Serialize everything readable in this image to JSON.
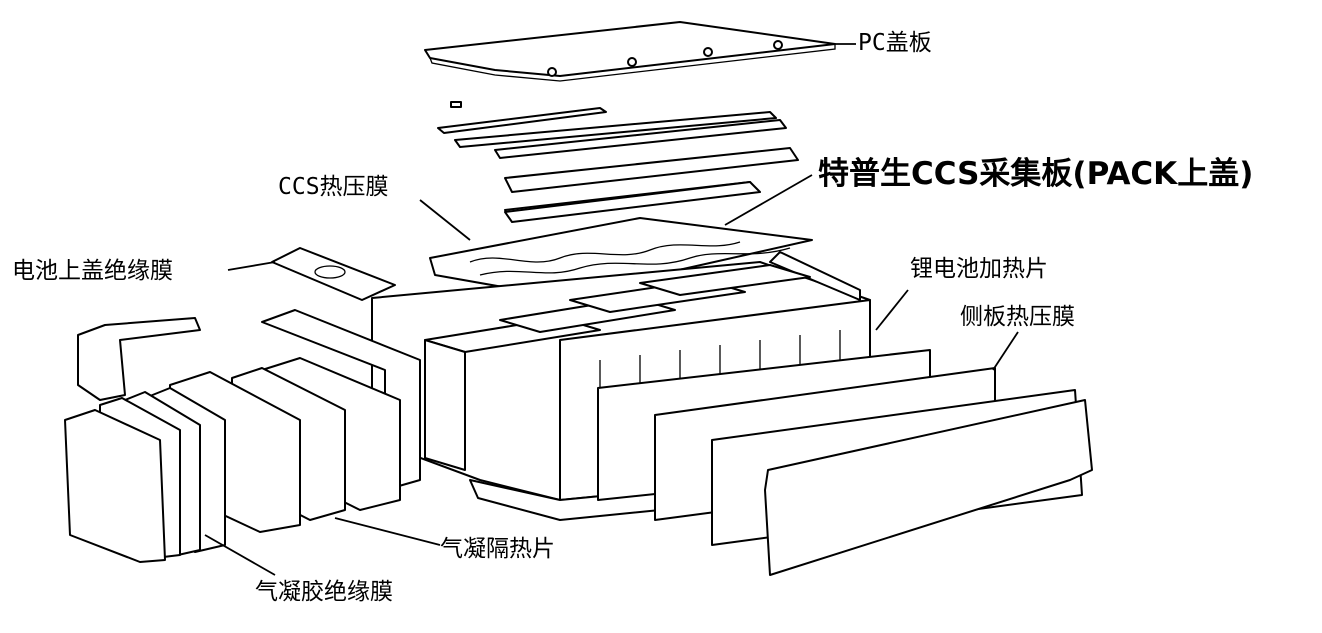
{
  "labels": {
    "pc_cover": "PC盖板",
    "ccs_board": "特普生CCS采集板(PACK上盖)",
    "ccs_film": "CCS热压膜",
    "top_cover_film": "电池上盖绝缘膜",
    "heater": "锂电池加热片",
    "side_film": "侧板热压膜",
    "aerogel_sheet": "气凝隔热片",
    "aerogel_film": "气凝胶绝缘膜"
  }
}
